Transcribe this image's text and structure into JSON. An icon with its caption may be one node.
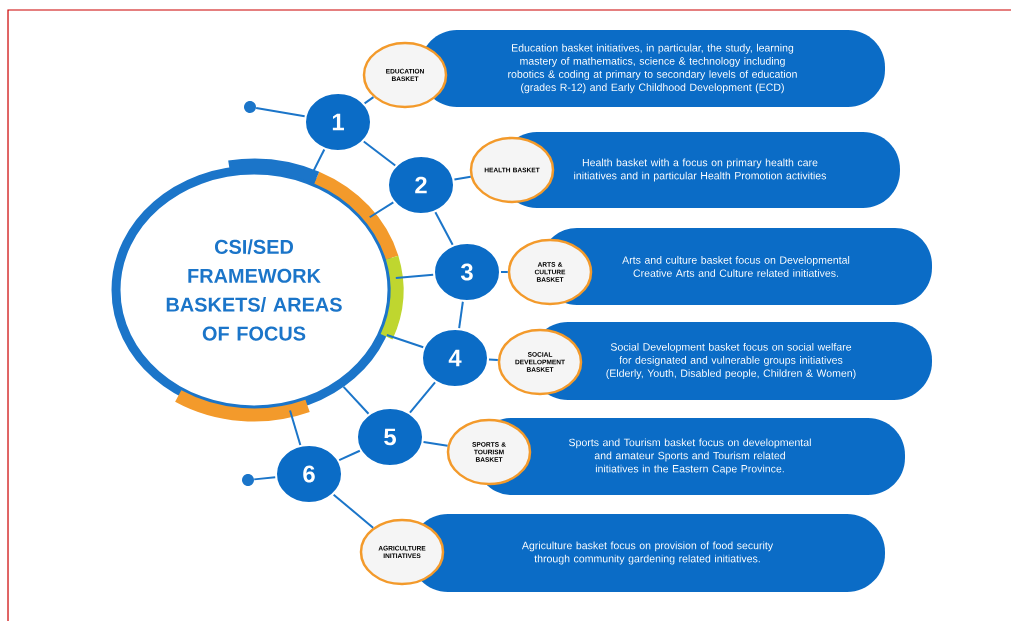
{
  "diagram": {
    "nodes": [
      {
        "text": [
          "CSI/SED FRAMEWORK BASKETS/ AREAS OF FOCUS"
        ]
      },
      {
        "text": [
          "1"
        ]
      },
      {
        "text": [
          "EDUCATION BASKET"
        ]
      },
      {
        "text": [
          "Education basket initiatives, in particular, the study, learning mastery of mathematics, science & technology including robotics & coding at primary to secondary levels of education (grades R-12) and Early Childhood Development (ECD)"
        ]
      },
      {
        "text": [
          "2"
        ]
      },
      {
        "text": [
          "HEALTH BASKET"
        ]
      },
      {
        "text": [
          "Health basket with a focus on primary health care initiatives and in particular Health Promotion activities"
        ]
      },
      {
        "text": [
          "3"
        ]
      },
      {
        "text": [
          "ARTS & CULTURE BASKET"
        ]
      },
      {
        "text": [
          "Arts and culture basket focus on Developmental Creative Arts and Culture related initiatives."
        ]
      },
      {
        "text": [
          "4"
        ]
      },
      {
        "text": [
          "SOCIAL DEVELOPMENT BASKET"
        ]
      },
      {
        "text": [
          "Social Development basket focus on social welfare for designated and vulnerable groups initiatives (Elderly, Youth, Disabled people, Children & Women)"
        ]
      },
      {
        "text": [
          "5"
        ]
      },
      {
        "text": [
          "SPORTS & TOURISM BASKET"
        ]
      },
      {
        "text": [
          "Sports and Tourism basket focus on developmental and amateur Sports and Tourism related initiatives in the Eastern Cape Province."
        ]
      },
      {
        "text": [
          "6"
        ]
      },
      {
        "text": [
          "AGRICULTURE INITIATIVES"
        ]
      },
      {
        "text": [
          "Agriculture basket focus on provision of food security through community gardening related initiatives."
        ]
      },
      {
        "text": [],
        "shape": "circle"
      },
      {
        "text": [],
        "shape": "circle"
      }
    ],
    "edges": [
      {
        "from": 19,
        "to": 1,
        "arrow": "none"
      },
      {
        "from": 1,
        "to": 0,
        "arrow": "none"
      },
      {
        "from": 1,
        "to": 2,
        "arrow": "none"
      },
      {
        "from": 1,
        "to": 4,
        "arrow": "none"
      },
      {
        "from": 4,
        "to": 0,
        "arrow": "none"
      },
      {
        "from": 4,
        "to": 5,
        "arrow": "none"
      },
      {
        "from": 4,
        "to": 7,
        "arrow": "none"
      },
      {
        "from": 7,
        "to": 0,
        "arrow": "none"
      },
      {
        "from": 7,
        "to": 8,
        "arrow": "none"
      },
      {
        "from": 7,
        "to": 10,
        "arrow": "none"
      },
      {
        "from": 10,
        "to": 0,
        "arrow": "none"
      },
      {
        "from": 10,
        "to": 11,
        "arrow": "none"
      },
      {
        "from": 10,
        "to": 13,
        "arrow": "none"
      },
      {
        "from": 13,
        "to": 0,
        "arrow": "none"
      },
      {
        "from": 13,
        "to": 14,
        "arrow": "none"
      },
      {
        "from": 13,
        "to": 16,
        "arrow": "none"
      },
      {
        "from": 16,
        "to": 0,
        "arrow": "none"
      },
      {
        "from": 16,
        "to": 20,
        "arrow": "none"
      },
      {
        "from": 16,
        "to": 17,
        "arrow": "none"
      }
    ]
  }
}
